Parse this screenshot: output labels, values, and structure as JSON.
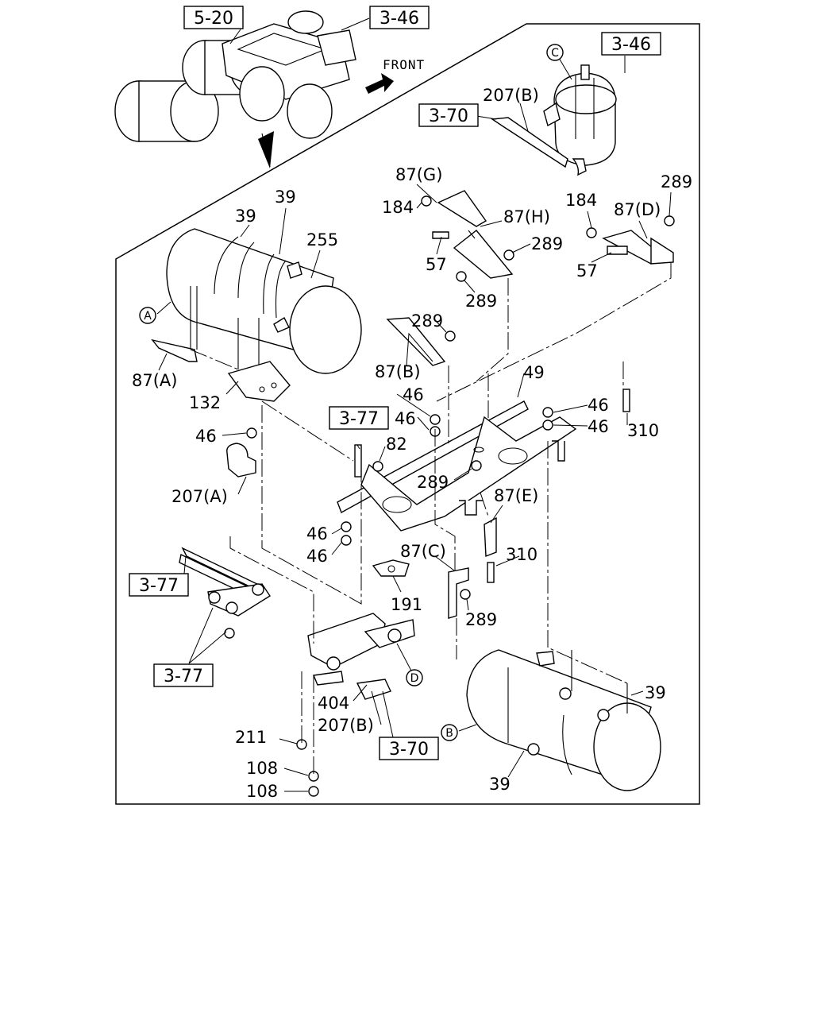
{
  "diagram": {
    "direction_label": "FRONT",
    "references": {
      "r_5_20": "5-20",
      "r_3_46_top": "3-46",
      "r_3_46_dryer": "3-46",
      "r_3_70_top": "3-70",
      "r_3_77_mid": "3-77",
      "r_3_77_left_a": "3-77",
      "r_3_77_left_b": "3-77",
      "r_3_70_bottom": "3-70"
    },
    "circled": {
      "c_top": "C",
      "a_tank": "A",
      "b_tank": "B",
      "d_valve": "D"
    },
    "labels": {
      "l207b_top": "207(B)",
      "l87g": "87(G)",
      "l184_a": "184",
      "l87h": "87(H)",
      "l289_a": "289",
      "l57_a": "57",
      "l289_b": "289",
      "l184_b": "184",
      "l87d": "87(D)",
      "l289_c": "289",
      "l57_b": "57",
      "l39_a": "39",
      "l39_b": "39",
      "l255": "255",
      "l289_d": "289",
      "l87a": "87(A)",
      "l87b": "87(B)",
      "l49": "49",
      "l132": "132",
      "l46_a": "46",
      "l46_b": "46",
      "l46_c": "46",
      "l46_d": "46",
      "l310_a": "310",
      "l46_e": "46",
      "l82": "82",
      "l289_e": "289",
      "l207a": "207(A)",
      "l87e": "87(E)",
      "l46_f": "46",
      "l46_g": "46",
      "l87c": "87(C)",
      "l310_b": "310",
      "l191": "191",
      "l289_f": "289",
      "l39_c": "39",
      "l404": "404",
      "l207b_bottom": "207(B)",
      "l211": "211",
      "l108_a": "108",
      "l108_b": "108",
      "l39_d": "39"
    }
  }
}
